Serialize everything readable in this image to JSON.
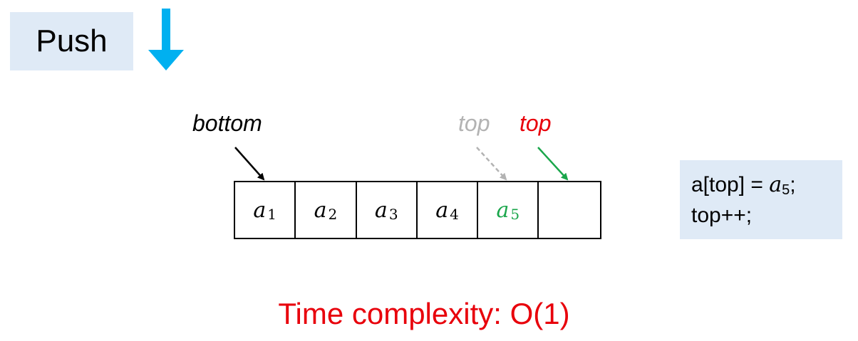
{
  "title": "Push",
  "pointers": {
    "bottom": "bottom",
    "top_old": "top",
    "top_new": "top"
  },
  "cells": [
    {
      "base": "a",
      "sub": "1",
      "is_new": false
    },
    {
      "base": "a",
      "sub": "2",
      "is_new": false
    },
    {
      "base": "a",
      "sub": "3",
      "is_new": false
    },
    {
      "base": "a",
      "sub": "4",
      "is_new": false
    },
    {
      "base": "a",
      "sub": "5",
      "is_new": true
    },
    {
      "base": "",
      "sub": "",
      "is_new": false
    }
  ],
  "code": {
    "line1_prefix": "a[top] = ",
    "line1_var": "a",
    "line1_sub": "5",
    "line1_suffix": ";",
    "line2": "top++;"
  },
  "complexity": "Time complexity: O(1)",
  "colors": {
    "highlight_box": "#dfeaf6",
    "push_arrow": "#00b0f0",
    "new_element": "#1aa64b",
    "new_pointer": "#e8000b",
    "old_pointer": "#b3b3b3",
    "complexity_text": "#e8000b"
  }
}
